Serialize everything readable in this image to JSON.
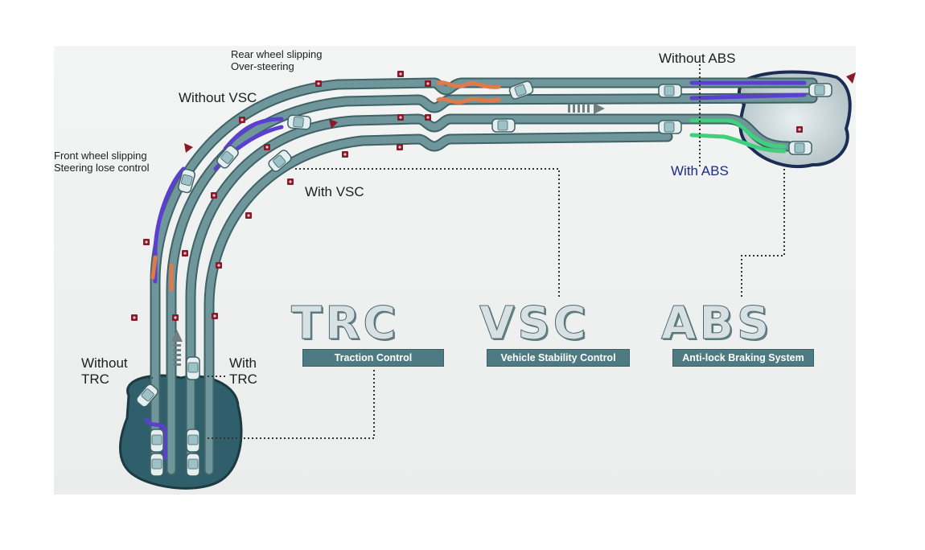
{
  "labels": {
    "rear_slip_line1": "Rear wheel slipping",
    "rear_slip_line2": "Over-steering",
    "without_vsc": "Without VSC",
    "front_slip_line1": "Front wheel slipping",
    "front_slip_line2": "Steering lose control",
    "with_vsc": "With VSC",
    "without_abs": "Without ABS",
    "with_abs": "With ABS",
    "without_trc_line1": "Without",
    "without_trc_line2": "TRC",
    "with_trc_line1": "With",
    "with_trc_line2": "TRC"
  },
  "systems": [
    {
      "abbr": "TRC",
      "name": "Traction Control"
    },
    {
      "abbr": "VSC",
      "name": "Vehicle Stability Control"
    },
    {
      "abbr": "ABS",
      "name": "Anti-lock Braking System"
    }
  ],
  "colors": {
    "road": "#6f969a",
    "road_edge": "#3f6266",
    "slip_purple": "#5a3fd0",
    "slip_orange": "#e07a4a",
    "abs_green": "#3ed07a",
    "cone": "#8a1a2a",
    "water": "#2f5f6a",
    "ice": "#c9d6d9"
  },
  "icons": [
    "car-icon",
    "cone-marker-icon",
    "flag-icon",
    "direction-arrow-icon"
  ]
}
